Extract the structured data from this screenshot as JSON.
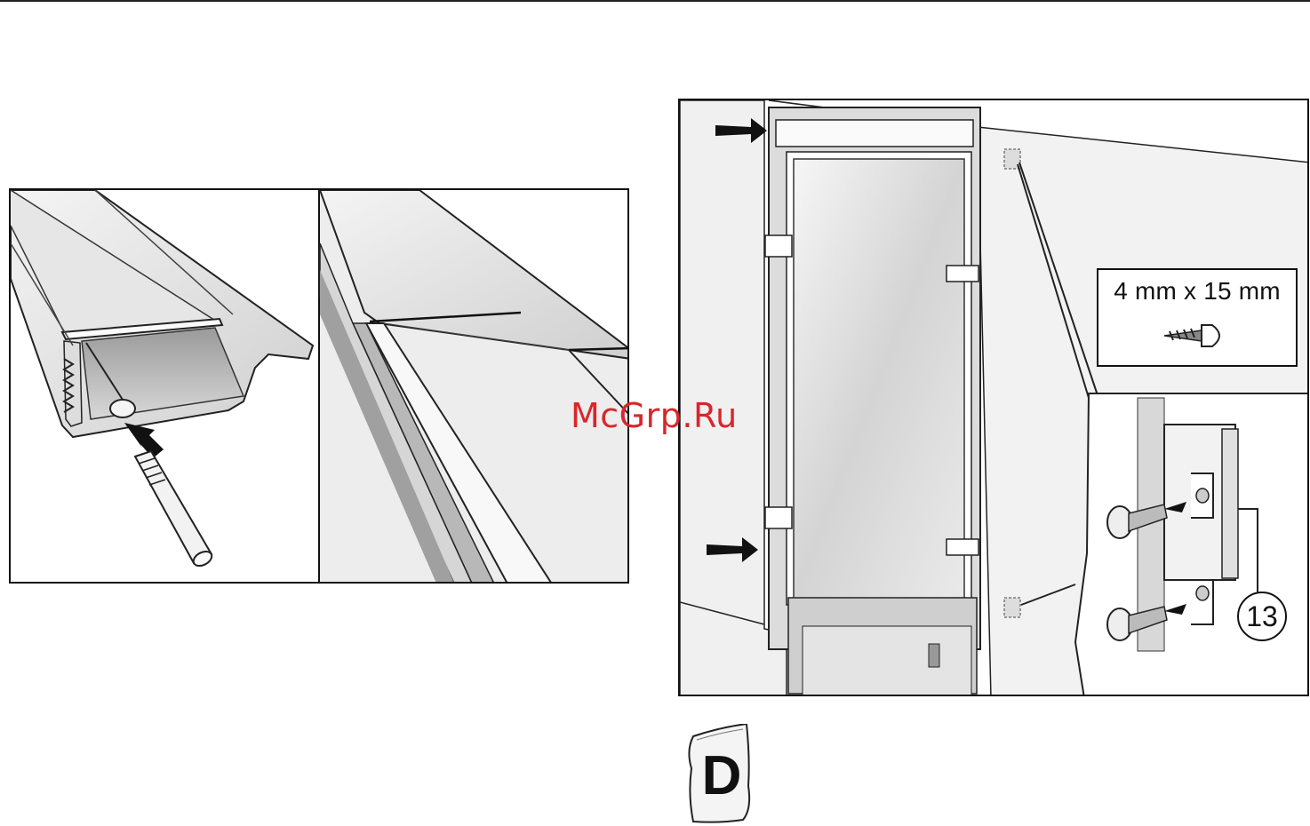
{
  "watermark": {
    "text": "McGrp.Ru",
    "color": "#d9262b"
  },
  "spec": {
    "label": "4 mm x 15 mm",
    "icon": "screw-icon"
  },
  "callout": {
    "number": "13"
  },
  "parts_bag": {
    "letter": "D",
    "icon": "parts-bag-icon"
  },
  "figures": {
    "left_a": "seal-strip-insertion-illustration",
    "left_b": "seal-strip-fitted-illustration",
    "right": "appliance-niche-mounting-illustration"
  }
}
